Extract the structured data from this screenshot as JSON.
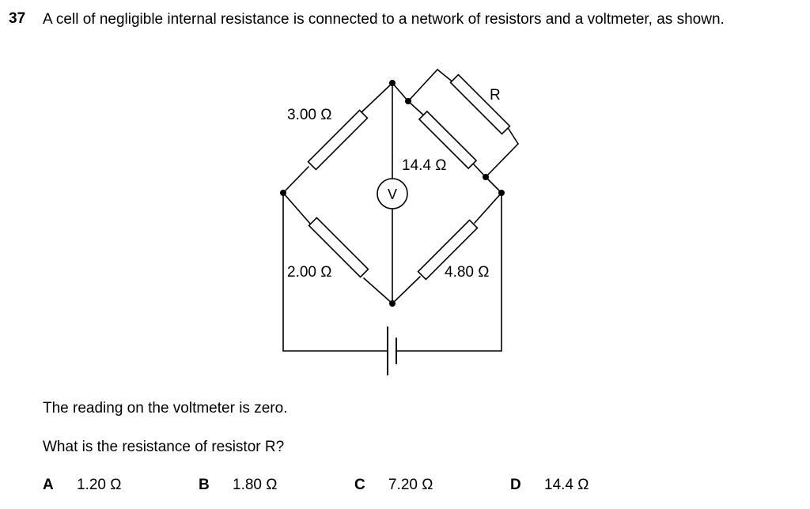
{
  "question": {
    "number": "37",
    "text": "A cell of negligible internal resistance is connected to a network of resistors and a voltmeter, as shown."
  },
  "diagram": {
    "labels": {
      "r_top_left": "3.00 Ω",
      "r_bottom_left": "2.00 Ω",
      "r_middle": "14.4 Ω",
      "r_bottom_right": "4.80 Ω",
      "r_unknown": "R",
      "voltmeter": "V"
    }
  },
  "stem": {
    "line1": "The reading on the voltmeter is zero.",
    "line2": "What is the resistance of resistor R?"
  },
  "options": [
    {
      "letter": "A",
      "value": "1.20 Ω"
    },
    {
      "letter": "B",
      "value": "1.80 Ω"
    },
    {
      "letter": "C",
      "value": "7.20 Ω"
    },
    {
      "letter": "D",
      "value": "14.4 Ω"
    }
  ]
}
